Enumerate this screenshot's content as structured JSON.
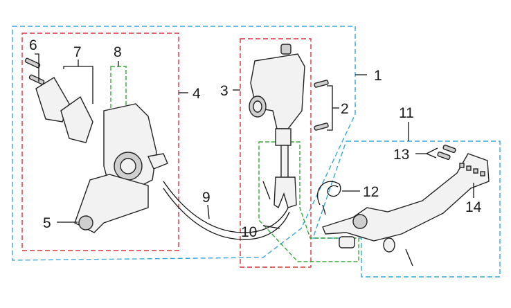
{
  "callouts": {
    "c1": "1",
    "c2": "2",
    "c3": "3",
    "c4": "4",
    "c5": "5",
    "c6": "6",
    "c7": "7",
    "c8": "8",
    "c9": "9",
    "c10": "10",
    "c11": "11",
    "c12": "12",
    "c13": "13",
    "c14": "14"
  },
  "colors": {
    "assembly_outline": "#39a6d8",
    "subassembly_outline": "#d9343f",
    "component_outline": "#3aa63a",
    "line_art": "#222222"
  }
}
